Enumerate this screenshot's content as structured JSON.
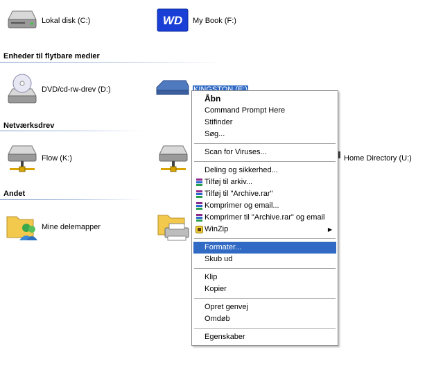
{
  "drives_hard": [
    {
      "label": "Lokal disk (C:)",
      "icon": "hard-drive-icon"
    },
    {
      "label": "My Book (F:)",
      "icon": "wd-logo-icon",
      "logo_text": "WD"
    }
  ],
  "group_removable": "Enheder til flytbare medier",
  "drives_removable": [
    {
      "label": "DVD/cd-rw-drev (D:)",
      "icon": "dvd-drive-icon"
    },
    {
      "label": "KINGSTON (E:)",
      "icon": "usb-drive-icon"
    }
  ],
  "group_network": "Netværksdrev",
  "drives_network": [
    {
      "label": "Flow (K:)",
      "icon": "network-drive-icon"
    },
    {
      "label": "",
      "icon": "network-drive-icon"
    },
    {
      "label": "Home Directory (U:)",
      "icon": "network-drive-icon"
    }
  ],
  "group_other": "Andet",
  "other_items": [
    {
      "label": "Mine delemapper",
      "icon": "shared-folder-icon"
    },
    {
      "label": "",
      "icon": "printer-folder-icon"
    }
  ],
  "context_menu": {
    "items": [
      {
        "label": "Åbn"
      },
      {
        "label": "Command Prompt Here"
      },
      {
        "label": "Stifinder"
      },
      {
        "label": "Søg..."
      },
      {
        "label": "Scan for Viruses..."
      },
      {
        "label": "Deling og sikkerhed..."
      },
      {
        "label": "Tilføj til arkiv...",
        "icon": "winrar-icon"
      },
      {
        "label": "Tilføj til \"Archive.rar\"",
        "icon": "winrar-icon"
      },
      {
        "label": "Komprimer og email...",
        "icon": "winrar-icon"
      },
      {
        "label": "Komprimer til \"Archive.rar\" og email",
        "icon": "winrar-icon"
      },
      {
        "label": "WinZip",
        "icon": "winzip-icon",
        "submenu_arrow": "▶"
      },
      {
        "label": "Formater..."
      },
      {
        "label": "Skub ud"
      },
      {
        "label": "Klip"
      },
      {
        "label": "Kopier"
      },
      {
        "label": "Opret genvej"
      },
      {
        "label": "Omdøb"
      },
      {
        "label": "Egenskaber"
      }
    ]
  },
  "colors": {
    "selection": "#316ac5",
    "group_line": "#7a96c8"
  }
}
